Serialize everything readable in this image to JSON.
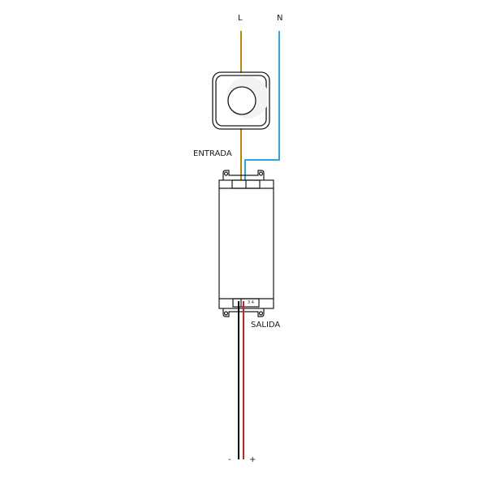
{
  "labels": {
    "line": "L",
    "neutral": "N",
    "input": "ENTRADA",
    "output": "SALIDA",
    "minus": "-",
    "plus": "+",
    "terminal": "3 4"
  },
  "colors": {
    "line_wire": "#b8860b",
    "neutral_wire": "#29a8e0",
    "negative_wire": "#000000",
    "positive_wire": "#cc1f1f",
    "outline": "#1a1a1a",
    "background": "#ffffff"
  }
}
